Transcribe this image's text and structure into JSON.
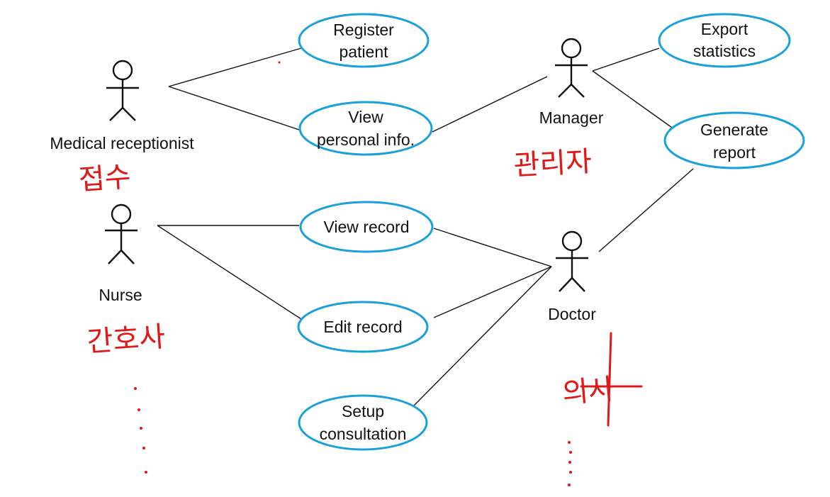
{
  "colors": {
    "ellipse_stroke": "#1aa0dc",
    "line": "#111111",
    "annotation": "#e01818",
    "text": "#111111"
  },
  "actors": {
    "medical_receptionist": {
      "label": "Medical receptionist",
      "note": "접수"
    },
    "nurse": {
      "label": "Nurse",
      "note": "간호사"
    },
    "manager": {
      "label": "Manager",
      "note": "관리자"
    },
    "doctor": {
      "label": "Doctor",
      "note": "의사"
    }
  },
  "use_cases": {
    "register_patient": {
      "line1": "Register",
      "line2": "patient"
    },
    "view_personal_info": {
      "line1": "View",
      "line2": "personal info."
    },
    "view_record": {
      "line1": "View record"
    },
    "edit_record": {
      "line1": "Edit record"
    },
    "setup_consultation": {
      "line1": "Setup",
      "line2": "consultation"
    },
    "export_statistics": {
      "line1": "Export",
      "line2": "statistics"
    },
    "generate_report": {
      "line1": "Generate",
      "line2": "report"
    }
  },
  "associations": [
    {
      "actor": "medical_receptionist",
      "use_case": "register_patient"
    },
    {
      "actor": "medical_receptionist",
      "use_case": "view_personal_info"
    },
    {
      "actor": "manager",
      "use_case": "view_personal_info"
    },
    {
      "actor": "manager",
      "use_case": "export_statistics"
    },
    {
      "actor": "manager",
      "use_case": "generate_report"
    },
    {
      "actor": "nurse",
      "use_case": "view_record"
    },
    {
      "actor": "nurse",
      "use_case": "edit_record"
    },
    {
      "actor": "doctor",
      "use_case": "view_record"
    },
    {
      "actor": "doctor",
      "use_case": "edit_record"
    },
    {
      "actor": "doctor",
      "use_case": "setup_consultation"
    },
    {
      "actor": "doctor",
      "use_case": "generate_report"
    }
  ]
}
